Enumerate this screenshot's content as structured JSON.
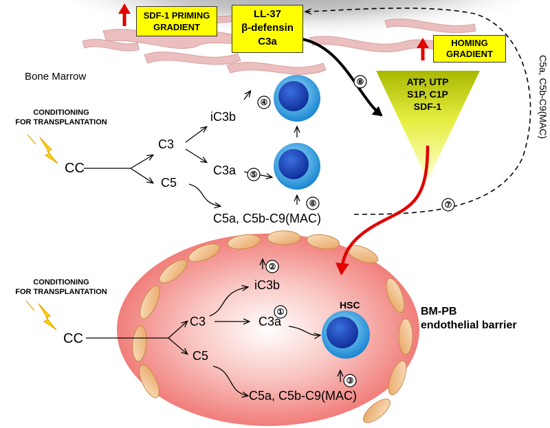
{
  "boxes": {
    "sdf_priming": "SDF-1 PRIMING GRADIENT",
    "ll37_line1": "LL-37",
    "ll37_line2": "β-defensin",
    "ll37_line3": "C3a",
    "homing_line1": "HOMING",
    "homing_line2": "GRADIENT"
  },
  "triangle": {
    "line1": "ATP, UTP",
    "line2": "S1P, C1P",
    "line3": "SDF-1"
  },
  "labels": {
    "bone_marrow": "Bone Marrow",
    "conditioning_top_line1": "CONDITIONING",
    "conditioning_top_line2": "FOR TRANSPLANTATION",
    "conditioning_bottom_line1": "CONDITIONING",
    "conditioning_bottom_line2": "FOR TRANSPLANTATION",
    "cc_top": "CC",
    "cc_bottom": "CC",
    "c3_top": "C3",
    "c5_top": "C5",
    "ic3b_top": "iC3b",
    "c3a_top": "C3a",
    "c5a_top": "C5a, C5b-C9(MAC)",
    "c3_bottom": "C3",
    "c5_bottom": "C5",
    "ic3b_bottom": "iC3b",
    "c3a_bottom": "C3a",
    "c5a_bottom": "C5a, C5b-C9(MAC)",
    "hsc": "HSC",
    "barrier_line1": "BM-PB",
    "barrier_line2": "endothelial barrier",
    "vertical_c5a": "C5a, C5b-C9(MAC)"
  },
  "steps": [
    "①",
    "②",
    "③",
    "④",
    "⑤",
    "⑥",
    "⑦",
    "⑧"
  ],
  "colors": {
    "box_yellow": "#ffff00",
    "red_arrow": "#e00000",
    "cell_blue": "#2a8fd6",
    "endothelial": "#f0b87a",
    "blush": "#f07070"
  }
}
